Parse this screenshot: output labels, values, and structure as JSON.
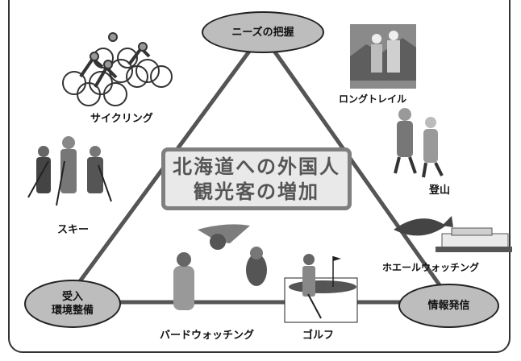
{
  "nodes": {
    "top": "ニーズの把握",
    "left_line1": "受入",
    "left_line2": "環境整備",
    "right": "情報発信"
  },
  "center": {
    "line1": "北海道への外国人",
    "line2": "観光客の増加"
  },
  "activities": {
    "cycling": "サイクリング",
    "ski": "スキー",
    "long_trail": "ロングトレイル",
    "climbing": "登山",
    "whale_watching": "ホエールウォッチング",
    "bird_watching": "バードウォッチング",
    "golf": "ゴルフ"
  }
}
